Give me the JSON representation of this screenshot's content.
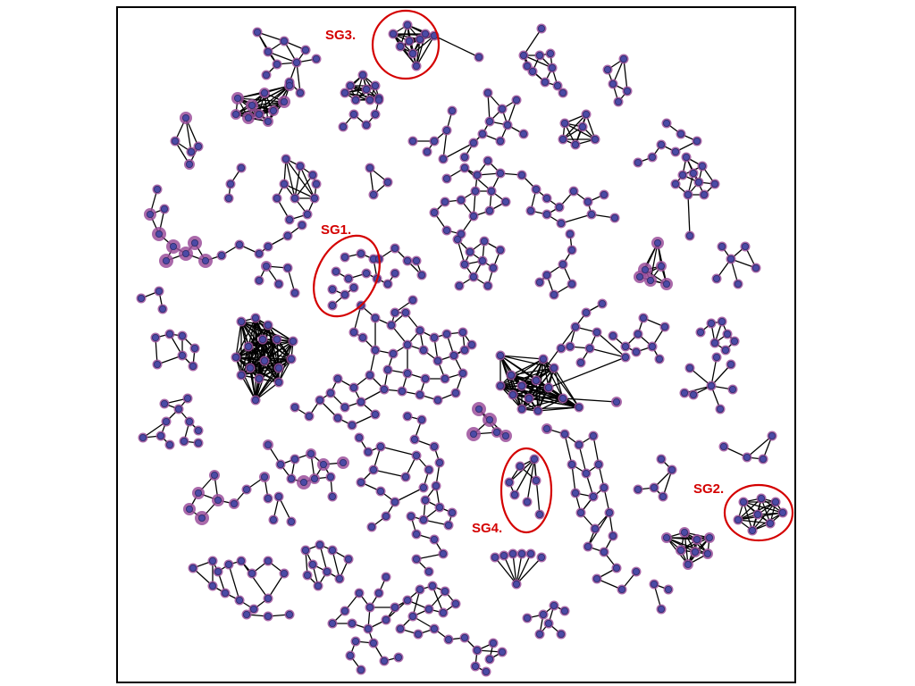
{
  "figure": {
    "labels": {
      "sg1": "SG1.",
      "sg2": "SG2.",
      "sg3": "SG3.",
      "sg4": "SG4."
    },
    "colors": {
      "node_fill": "#4b4aa6",
      "node_halo": "#9b4f9b",
      "edge": "#000000",
      "highlight": "#d40000",
      "frame": "#000000"
    }
  }
}
